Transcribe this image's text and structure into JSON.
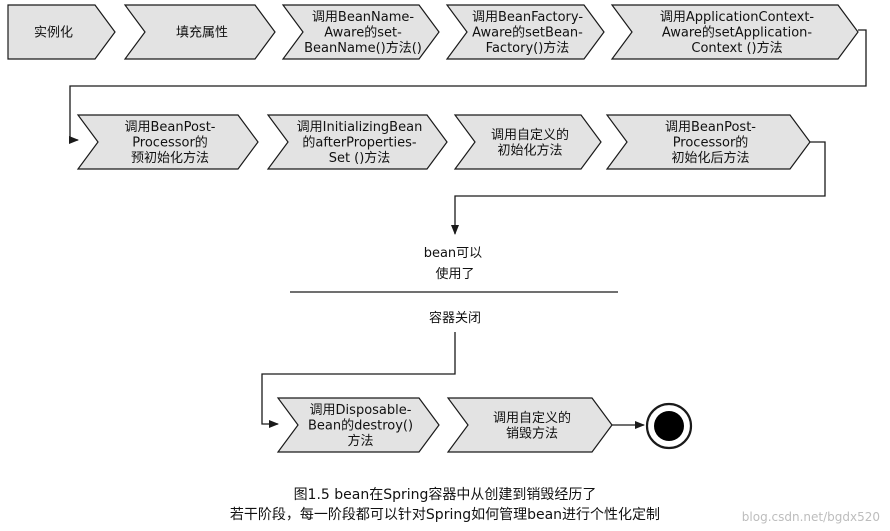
{
  "rows": [
    [
      {
        "lines": [
          "实例化"
        ]
      },
      {
        "lines": [
          "填充属性"
        ]
      },
      {
        "lines": [
          "调用BeanName-",
          "Aware的set-",
          "BeanName()方法()"
        ]
      },
      {
        "lines": [
          "调用BeanFactory-",
          "Aware的setBean-",
          "Factory()方法"
        ]
      },
      {
        "lines": [
          "调用ApplicationContext-",
          "Aware的setApplication-",
          "Context ()方法"
        ]
      }
    ],
    [
      {
        "lines": [
          "调用BeanPost-",
          "Processor的",
          "预初始化方法"
        ]
      },
      {
        "lines": [
          "调用InitializingBean",
          "的afterProperties-",
          "Set ()方法"
        ]
      },
      {
        "lines": [
          "调用自定义的",
          "初始化方法"
        ]
      },
      {
        "lines": [
          "调用BeanPost-",
          "Processor的",
          "初始化后方法"
        ]
      }
    ],
    [
      {
        "lines": [
          "调用Disposable-",
          "Bean的destroy()",
          "方法"
        ]
      },
      {
        "lines": [
          "调用自定义的",
          "销毁方法"
        ]
      }
    ]
  ],
  "ready_label": [
    "bean可以",
    "使用了"
  ],
  "close_label": "容器关闭",
  "caption": {
    "line1": "图1.5    bean在Spring容器中从创建到销毁经历了",
    "line2": "若干阶段，每一阶段都可以针对Spring如何管理bean进行个性化定制"
  },
  "watermark": "blog.csdn.net/bgdx520",
  "colors": {
    "step_fill": "#e3e3e3",
    "stroke": "#1a1a1a",
    "end_dot": "#000000"
  }
}
